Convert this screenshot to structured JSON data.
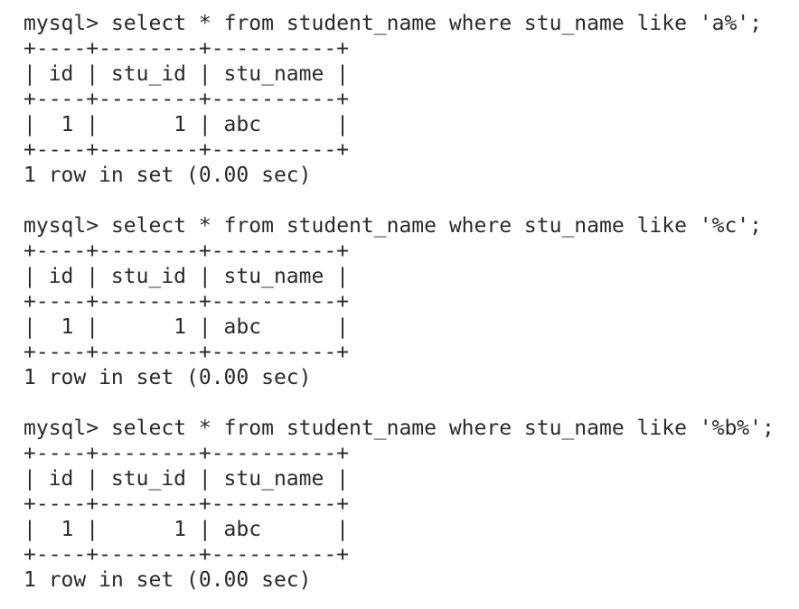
{
  "queries": [
    {
      "prompt": "mysql>",
      "command": "select * from student_name where stu_name like 'a%';",
      "border": "+----+--------+----------+",
      "header_row": "| id | stu_id | stu_name |",
      "data_row": "|  1 |      1 | abc      |",
      "result": "1 row in set (0.00 sec)"
    },
    {
      "prompt": "mysql>",
      "command": "select * from student_name where stu_name like '%c';",
      "border": "+----+--------+----------+",
      "header_row": "| id | stu_id | stu_name |",
      "data_row": "|  1 |      1 | abc      |",
      "result": "1 row in set (0.00 sec)"
    },
    {
      "prompt": "mysql>",
      "command": "select * from student_name where stu_name like '%b%';",
      "border": "+----+--------+----------+",
      "header_row": "| id | stu_id | stu_name |",
      "data_row": "|  1 |      1 | abc      |",
      "result": "1 row in set (0.00 sec)"
    }
  ]
}
